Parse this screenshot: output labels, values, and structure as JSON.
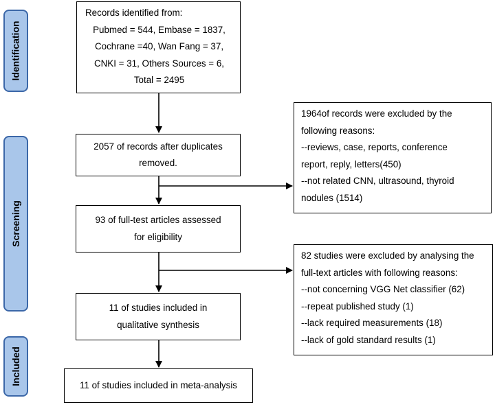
{
  "phases": {
    "identification": "Identification",
    "screening": "Screening",
    "included": "Included"
  },
  "boxes": {
    "records_identified": {
      "lines": [
        "Records identified from:",
        "Pubmed = 544, Embase = 1837,",
        "Cochrane =40, Wan Fang = 37,",
        "CNKI = 31, Others Sources = 6,",
        "Total = 2495"
      ]
    },
    "after_duplicates": {
      "lines": [
        "2057 of records after duplicates",
        "removed."
      ]
    },
    "excluded_1": {
      "lines": [
        "1964of records were excluded by the",
        "following reasons:",
        "--reviews, case, reports, conference",
        "report,  reply, letters(450)",
        "--not related CNN, ultrasound, thyroid",
        "nodules (1514)"
      ]
    },
    "full_text_assessed": {
      "lines": [
        "93 of full-test articles assessed",
        "for eligibility"
      ]
    },
    "excluded_2": {
      "lines": [
        "82 studies were excluded by analysing the",
        "full-text articles with following reasons:",
        "--not concerning VGG Net classifier (62)",
        "--repeat published study (1)",
        "--lack required measurements (18)",
        "--lack of gold standard results (1)"
      ]
    },
    "qualitative": {
      "lines": [
        "11 of studies included in",
        "qualitative synthesis"
      ]
    },
    "meta_analysis": {
      "lines": [
        "11 of studies included in meta-analysis"
      ]
    }
  }
}
